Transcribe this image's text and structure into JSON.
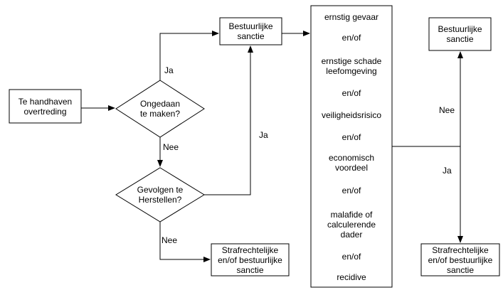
{
  "nodes": {
    "violation": "Te handhaven\novertreding",
    "undo_question": "Ongedaan\nte maken?",
    "restore_question": "Gevolgen te\nHerstellen?",
    "admin_sanction_top": "Bestuurlijke\nsanctie",
    "criminal_sanction_left": "Strafrechtelijke\nen/of bestuurlijke\nsanctie",
    "admin_sanction_right": "Bestuurlijke\nsanctie",
    "criminal_sanction_right": "Strafrechtelijke\nen/of bestuurlijke\nsanctie"
  },
  "criteria": [
    "ernstig gevaar",
    "en/of",
    "ernstige schade\nleefomgeving",
    "en/of",
    "veiligheidsrisico",
    "en/of",
    "economisch\nvoordeel",
    "en/of",
    "malafide of\ncalculerende\ndader",
    "en/of",
    "recidive"
  ],
  "edge_labels": {
    "undo_yes": "Ja",
    "undo_no": "Nee",
    "restore_yes": "Ja",
    "restore_no": "Nee",
    "right_no": "Nee",
    "right_yes": "Ja"
  }
}
